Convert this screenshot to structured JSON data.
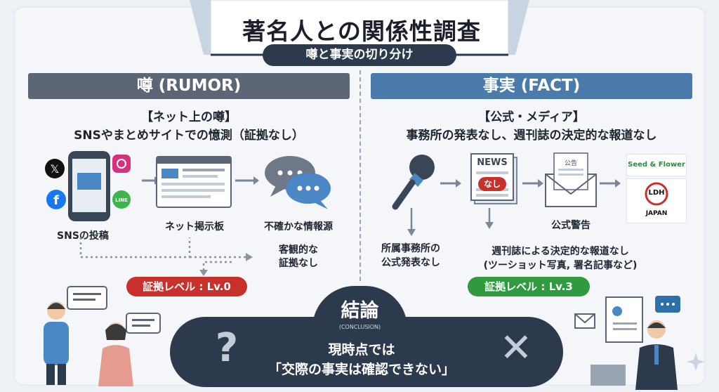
{
  "title": "著名人との関係性調査",
  "subtitle": "噂と事実の切り分け",
  "rumor": {
    "header": "噂 (RUMOR)",
    "heading": "【ネット上の噂】",
    "description": "SNSやまとめサイトでの憶測（証拠なし）",
    "steps": [
      "SNSの投稿",
      "ネット掲示板",
      "不確かな情報源"
    ],
    "note_line1": "客観的な",
    "note_line2": "証拠なし",
    "badge": "証拠レベル : Lv.0",
    "badge_color": "#c8302c"
  },
  "fact": {
    "header": "事実 (FACT)",
    "heading": "【公式・メディア】",
    "description": "事務所の発表なし、週刊誌の決定的な報道なし",
    "newspaper_title": "NEWS",
    "newspaper_stamp": "なし",
    "notice_label": "公告",
    "step_label": "公式警告",
    "note_office_line1": "所属事務所の",
    "note_office_line2": "公式発表なし",
    "note_weekly_line1": "週刊誌による決定的な報道なし",
    "note_weekly_line2": "(ツーショット写真, 署名記事など)",
    "logo1": "Seed & Flower",
    "logo2_mark": "LDH",
    "logo2_sub": "JAPAN",
    "badge": "証拠レベル : Lv.3",
    "badge_color": "#2f9a3e"
  },
  "conclusion": {
    "title": "結論",
    "subtitle_en": "(CONCLUSION)",
    "line1": "現時点では",
    "line2": "「交際の事実は確認できない」",
    "left_symbol": "?",
    "right_symbol": "✕"
  },
  "colors": {
    "navy": "#2d3a4e",
    "rumor_header": "#5c6675",
    "fact_header": "#4a7bab",
    "red": "#c8302c",
    "green": "#2f9a3e"
  }
}
